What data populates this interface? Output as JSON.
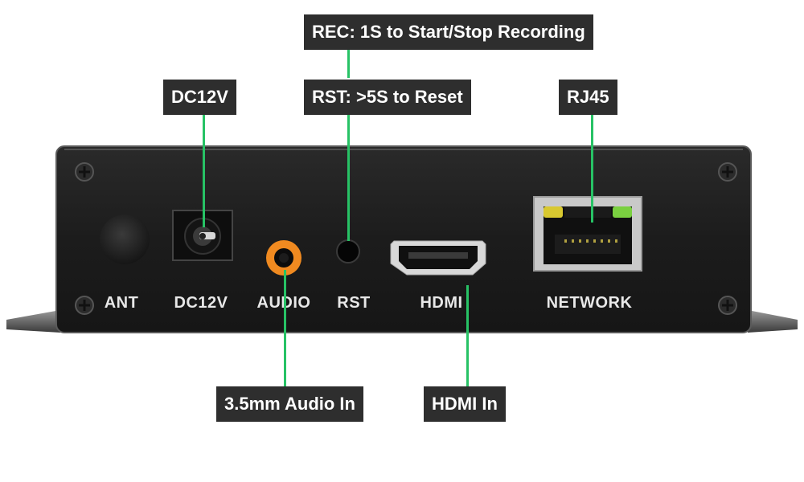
{
  "callouts": {
    "rec": "REC: 1S to Start/Stop Recording",
    "rst": "RST: >5S to Reset",
    "dc": "DC12V",
    "rj45": "RJ45",
    "audio_in": "3.5mm Audio In",
    "hdmi_in": "HDMI In"
  },
  "panel_labels": {
    "ant": "ANT",
    "dc": "DC12V",
    "audio": "AUDIO",
    "rst": "RST",
    "hdmi": "HDMI",
    "network": "NETWORK"
  },
  "colors": {
    "callout_bg": "#2e2e2e",
    "leader_line": "#27c265",
    "panel": "#1e1e1e",
    "audio_jack": "#f08a20",
    "led_yellow": "#d8c830",
    "led_green": "#7ad040"
  }
}
